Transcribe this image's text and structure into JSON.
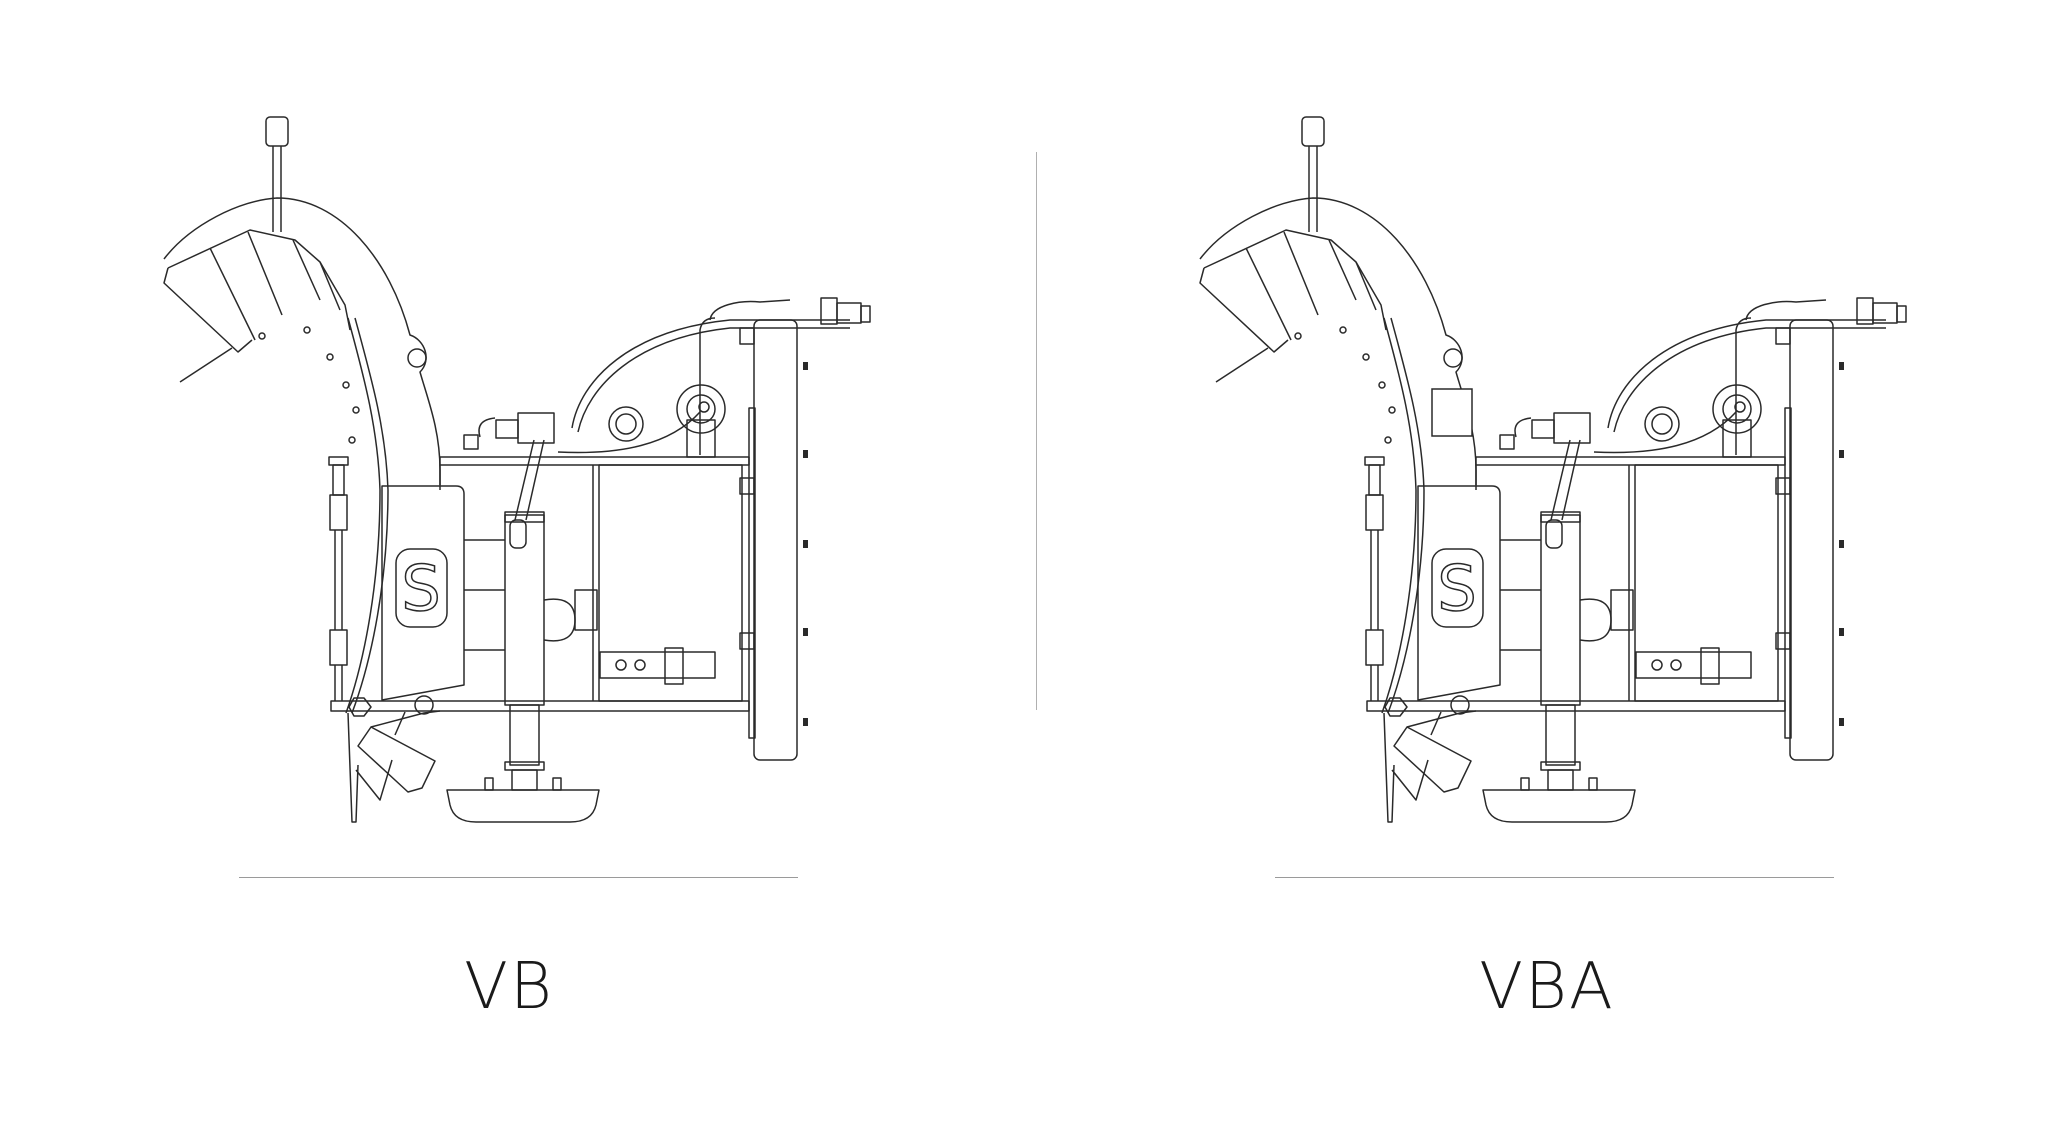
{
  "variants": [
    {
      "label": "VB",
      "logo_letter": "S"
    },
    {
      "label": "VBA",
      "logo_letter": "S"
    }
  ],
  "colors": {
    "line": "#2a2a2a",
    "rule": "#9a9a9a",
    "text": "#1a1a1a"
  }
}
